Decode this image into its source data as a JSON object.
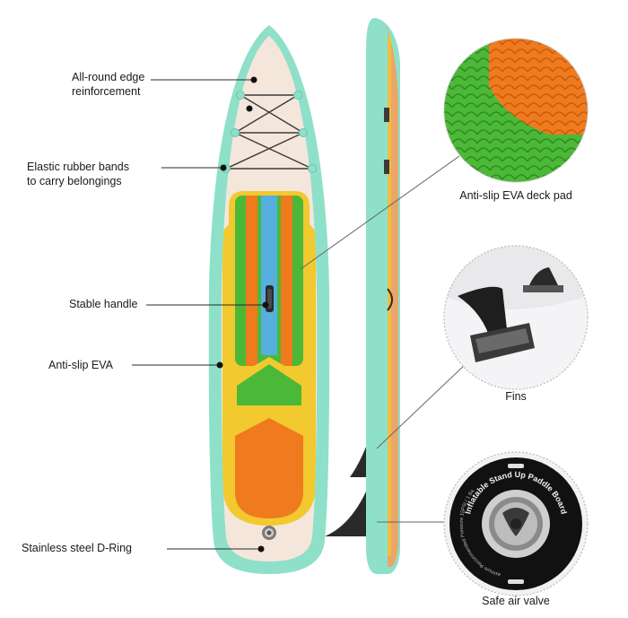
{
  "callouts": {
    "edge": {
      "line1": "All-round edge",
      "line2": "reinforcement"
    },
    "bands": {
      "line1": "Elastic rubber bands",
      "line2": "to carry belongings"
    },
    "handle": "Stable handle",
    "eva": "Anti-slip EVA",
    "dring": "Stainless steel D-Ring",
    "deckpad": "Anti-slip EVA deck pad",
    "fins": "Fins",
    "valve": "Safe air valve"
  },
  "valve_seal": {
    "top_text": "Inflatable Stand Up Paddle Board",
    "left_text": "Maximum Recommended Pressure 15PSI / 1 Bar"
  },
  "colors": {
    "board_teal": "#8fe0c9",
    "deck_cream": "#f5e6dc",
    "eva_green": "#4cb838",
    "eva_orange": "#f07a1e",
    "eva_yellow": "#f2c92e",
    "eva_blue": "#55b0e0"
  }
}
